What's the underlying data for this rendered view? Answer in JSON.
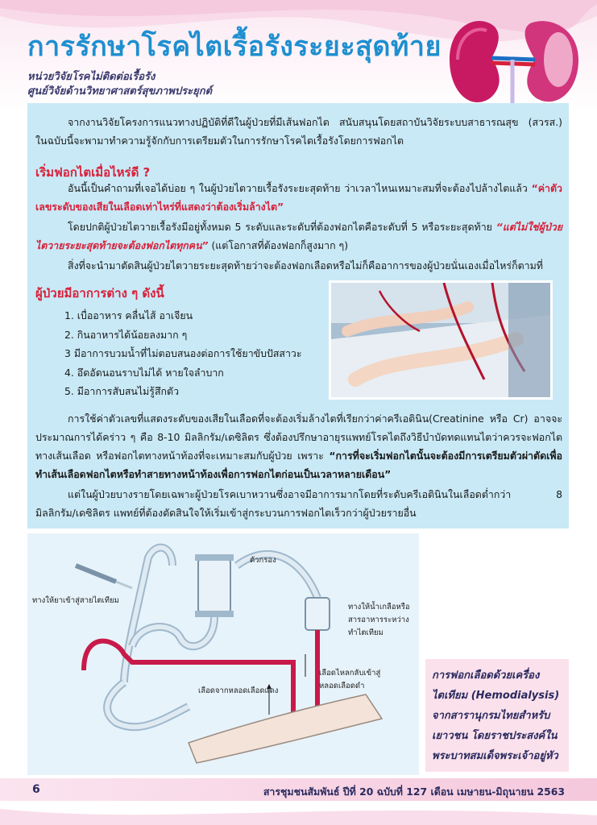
{
  "header": {
    "title": "การรักษาโรคไตเรื้อรังระยะสุดท้าย",
    "unit": "หน่วยวิจัยโรคไม่ติดต่อเรื้อรัง",
    "center": "ศูนย์วิจัยด้านวิทยาศาสตร์สุขภาพประยุกต์"
  },
  "intro": "จากงานวิจัยโครงการแนวทางปฏิบัติที่ดีในผู้ป่วยที่มีเส้นฟอกไต สนับสนุนโดยสถาบันวิจัยระบบสาธารณสุข (สวรส.) ในฉบับนี้จะพามาทำความรู้จักกับการเตรียมตัวในการรักษาโรคไตเรื้อรังโดยการฟอกไต",
  "section1": {
    "heading": "เริ่มฟอกไตเมื่อไหร่ดี ?",
    "p1_plain": "อันนี้เป็นคำถามที่เจอได้บ่อย ๆ ในผู้ป่วยไตวายเรื้อรังระยะสุดท้าย ว่าเวลาไหนเหมาะสมที่จะต้องไปล้างไตแล้ว ",
    "p1_emph": "“ค่าตัวเลขระดับของเสียในเลือดเท่าไหร่ที่แสดงว่าต้องเริ่มล้างไต”",
    "p2_plain": "โดยปกติผู้ป่วยไตวายเรื้อรังมีอยู่ทั้งหมด 5 ระดับและระดับที่ต้องฟอกไตคือระดับที่ 5 หรือระยะสุดท้าย ",
    "p2_emph": "“แต่ไม่ใช่ผู้ป่วยไตวายระยะสุดท้ายจะต้องฟอกไตทุกคน”",
    "p2_tail": " (แต่โอกาสที่ต้องฟอกก็สูงมาก ๆ)",
    "p3": "สิ่งที่จะนำมาตัดสินผู้ป่วยไตวายระยะสุดท้ายว่าจะต้องฟอกเลือดหรือไม่ก็คืออาการของผู้ป่วยนั่นเองเมื่อไหร่ก็ตามที่"
  },
  "section2": {
    "heading": "ผู้ป่วยมีอาการต่าง ๆ ดังนี้",
    "items": [
      "1.  เบื่ออาหาร คลื่นไส้ อาเจียน",
      "2.  กินอาหารได้น้อยลงมาก ๆ",
      "3  มีอาการบวมน้ำที่ไม่ตอบสนองต่อการใช้ยาขับปัสสาวะ",
      "4.  อึดอัดนอนราบไม่ได้ หายใจลำบาก",
      "5.  มีอาการสับสนไม่รู้สึกตัว"
    ]
  },
  "section3": {
    "p1_plain": "การใช้ค่าตัวเลขที่แสดงระดับของเสียในเลือดที่จะต้องเริ่มล้างไตที่เรียกว่าค่าครีเอตินิน(Creatinine หรือ Cr) อาจจะประมาณการได้คร่าว ๆ คือ 8-10 มิลลิกรัม/เดซิลิตร ซึ่งต้องปรึกษาอายุรแพทย์โรคไตถึงวิธีบำบัดทดแทนไตว่าควรจะฟอกไตทางเส้นเลือด หรือฟอกไตทางหน้าท้องที่จะเหมาะสมกับผู้ป่วย เพราะ ",
    "p1_emph": "“การที่จะเริ่มฟอกไตนั้นจะต้องมีการเตรียมตัวผ่าตัดเพื่อทำเส้นเลือดฟอกไตหรือทำสายทางหน้าท้องเพื่อการฟอกไตก่อนเป็นเวลาหลายเดือน”",
    "p2": "แต่ในผู้ป่วยบางรายโดยเฉพาะผู้ป่วยโรคเบาหวานซึ่งอาจมีอาการมากโดยที่ระดับครีเอตินินในเลือดต่ำกว่า 8 มิลลิกรัม/เดซิลิตร แพทย์ที่ต้องตัดสินใจให้เริ่มเข้าสู่กระบวนการฟอกไตเร็วกว่าผู้ป่วยรายอื่น"
  },
  "diagram": {
    "filter": "ตัวกรอง",
    "drug_line": "ทางให้ยาเข้าสู่สายไตเทียม",
    "saline_1": "ทางให้น้ำเกลือหรือ",
    "saline_2": "สารอาหารระหว่าง",
    "saline_3": "ทำไตเทียม",
    "return_1": "เลือดไหลกลับเข้าสู่",
    "return_2": "หลอดเลือดดำ",
    "artery": "เลือดจากหลอดเลือดแดง"
  },
  "caption": {
    "lines": [
      "การฟอกเลือดด้วยเครื่อง",
      "ไตเทียม (Hemodialysis)",
      "จากสารานุกรมไทยสำหรับ",
      "เยาวชน โดยราชประสงค์ใน",
      "พระบาทสมเด็จพระเจ้าอยู่หัว"
    ]
  },
  "footer": {
    "page": "6",
    "issue": "สารชุมชนสัมพันธ์  ปีที่ 20 ฉบับที่ 127 เดือน เมษายน-มิถุนายน 2563"
  },
  "colors": {
    "title_blue": "#1e8fd0",
    "heading_red": "#d8203a",
    "box_blue": "#c9e9f6",
    "caption_pink": "#fbe1ec"
  }
}
